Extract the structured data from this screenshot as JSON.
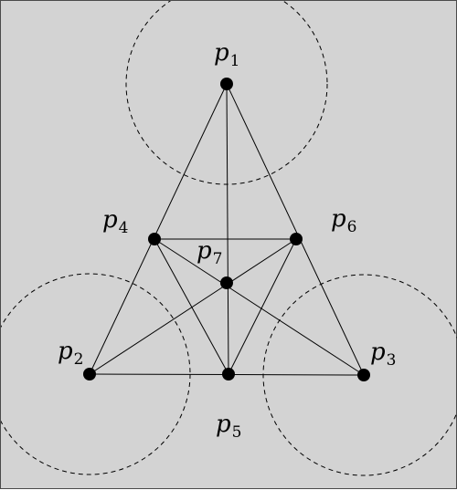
{
  "diagram": {
    "colors": {
      "background": "#d3d3d3",
      "stroke": "#000000"
    },
    "points": [
      {
        "id": "p1",
        "base": "p",
        "sub": "1"
      },
      {
        "id": "p2",
        "base": "p",
        "sub": "2"
      },
      {
        "id": "p3",
        "base": "p",
        "sub": "3"
      },
      {
        "id": "p4",
        "base": "p",
        "sub": "4"
      },
      {
        "id": "p5",
        "base": "p",
        "sub": "5"
      },
      {
        "id": "p6",
        "base": "p",
        "sub": "6"
      },
      {
        "id": "p7",
        "base": "p",
        "sub": "7"
      }
    ],
    "lines": [
      [
        "p1",
        "p2"
      ],
      [
        "p1",
        "p3"
      ],
      [
        "p2",
        "p3"
      ],
      [
        "p4",
        "p6"
      ],
      [
        "p4",
        "p5"
      ],
      [
        "p5",
        "p6"
      ],
      [
        "p1",
        "p5"
      ],
      [
        "p2",
        "p6"
      ],
      [
        "p3",
        "p4"
      ]
    ],
    "circles": [
      {
        "center": "p1",
        "style": "dashed"
      },
      {
        "center": "p2",
        "style": "dashed"
      },
      {
        "center": "p3",
        "style": "dashed"
      }
    ]
  }
}
